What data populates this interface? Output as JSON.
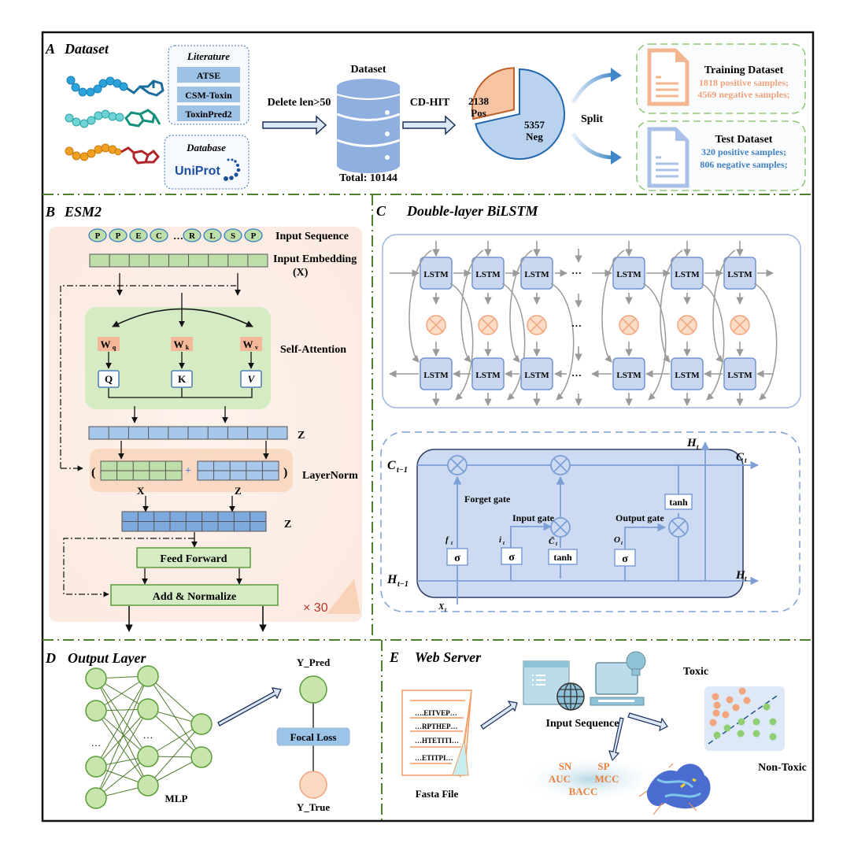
{
  "panels": {
    "A": {
      "letter": "A",
      "title": "Dataset",
      "literature": {
        "heading": "Literature",
        "sources": [
          "ATSE",
          "CSM-Toxin",
          "ToxinPred2"
        ]
      },
      "database": {
        "heading": "Database",
        "logo_text": "UniProt"
      },
      "filter_label": "Delete len>50",
      "dataset_label": "Dataset",
      "total_label": "Total: 10144",
      "dedup_label": "CD-HIT",
      "pie": {
        "pos": {
          "value": "2138",
          "label": "Pos"
        },
        "neg": {
          "value": "5357",
          "label": "Neg"
        }
      },
      "split_label": "Split",
      "training": {
        "title": "Training Dataset",
        "positive": "1818 positive samples;",
        "negative": "4569 negative samples;"
      },
      "test": {
        "title": "Test Dataset",
        "positive": "320 positive samples;",
        "negative": "806 negative samples;"
      }
    },
    "B": {
      "letter": "B",
      "title": "ESM2",
      "input_tokens": [
        "P",
        "P",
        "E",
        "C",
        "…",
        "R",
        "L",
        "S",
        "P"
      ],
      "input_sequence_label": "Input Sequence",
      "input_embedding_label": "Input  Embedding",
      "input_embedding_sub": "(X)",
      "weights": [
        "W",
        "W",
        "W"
      ],
      "weight_subs": [
        "q",
        "k",
        "v"
      ],
      "qkv": [
        "Q",
        "K",
        "V"
      ],
      "self_attention_label": "Self-Attention",
      "z_label": "Z",
      "layernorm_label": "LayerNorm",
      "x_label": "X",
      "z_label2": "Z",
      "z_label3": "Z",
      "feed_forward_label": "Feed Forward",
      "add_norm_label": "Add & Normalize",
      "repeat_label": "× 30",
      "open_paren": "(",
      "close_paren": ")"
    },
    "C": {
      "letter": "C",
      "title": "Double-layer BiLSTM",
      "cell_label": "LSTM",
      "ellipsis": "…",
      "cell": {
        "c_prev": "C",
        "c_prev_sub": "t−1",
        "c_next": "C",
        "c_next_sub": "t",
        "h_prev": "H",
        "h_prev_sub": "t−1",
        "h_next": "H",
        "h_next_sub": "t",
        "h_up": "H",
        "h_up_sub": "t",
        "x_in": "X",
        "x_in_sub": "t",
        "forget_gate": "Forget gate",
        "input_gate": "Input gate",
        "output_gate": "Output gate",
        "f_t": "f",
        "i_t": "i",
        "c_tilde": "C̃",
        "o_t": "O",
        "t_sub": "t",
        "sigma": "σ",
        "tanh": "tanh"
      }
    },
    "D": {
      "letter": "D",
      "title": "Output Layer",
      "mlp_label": "MLP",
      "ellipsis": "…",
      "y_pred": "Y_Pred",
      "y_true": "Y_True",
      "loss_label": "Focal Loss"
    },
    "E": {
      "letter": "E",
      "title": "Web Server",
      "fasta_lines": [
        "….EITVEP…",
        "…RPTHEP…",
        "…HTETITI…",
        "…ETITPI…"
      ],
      "fasta_label": "Fasta File",
      "input_sequence_label": "Input Sequence",
      "toxic_label": "Toxic",
      "non_toxic_label": "Non-Toxic",
      "metrics": [
        "SN",
        "SP",
        "AUC",
        "MCC",
        "BACC"
      ]
    }
  },
  "colors": {
    "frame": "#111111",
    "divider_green": "#4f7f2a",
    "orange": "#f2a47c",
    "orange_dark": "#c0622a",
    "blue": "#a9c6e8",
    "blue_dark": "#2e6aad",
    "lstm_fill": "#c9d8f0",
    "lstm_stroke": "#6f93d0",
    "green_fill": "#c8e2b4",
    "green_stroke": "#5a9b3a",
    "peach_bg": "#fdeee4"
  }
}
